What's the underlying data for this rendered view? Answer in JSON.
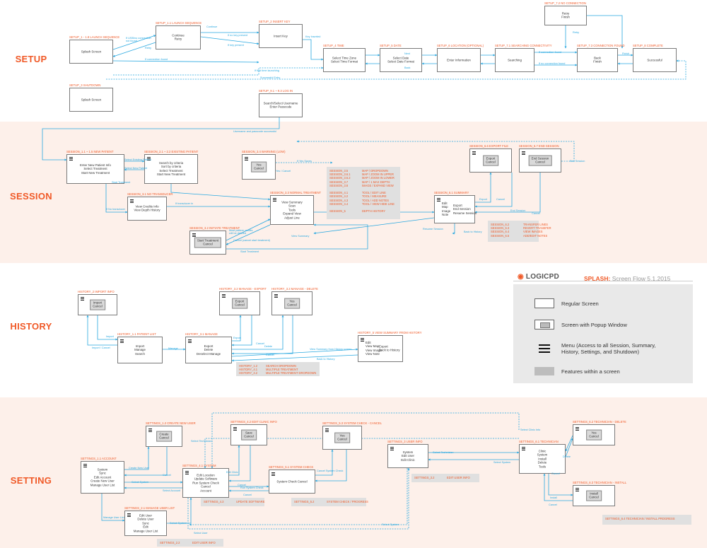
{
  "sections": [
    "SETUP",
    "SESSION",
    "HISTORY",
    "SETTING"
  ],
  "brand": {
    "name": "LOGIC",
    "suffix": "PD",
    "title": "SPLASH:",
    "subtitle": "Screen Flow 5.1.2015"
  },
  "legend": [
    {
      "icon": "regular",
      "text": "Regular Screen"
    },
    {
      "icon": "popup",
      "text": "Screen with Popup Window"
    },
    {
      "icon": "menu",
      "text": "Menu (Access to all Session, Summary,\nHistory, Settings, and Shutdown)"
    },
    {
      "icon": "feature",
      "text": "Features within a screen"
    }
  ],
  "screens": [
    {
      "id": "s1",
      "label": "SETUP_1 - 1.8 LAUNCH SEQUENCE",
      "text": "Splash Screen"
    },
    {
      "id": "s2",
      "label": "SETUP_1.1 LAUNCH SEQUENCE",
      "text": "Continue\nRetry"
    },
    {
      "id": "s3",
      "label": "SETUP_2 INSERT KEY",
      "text": "Insert Key"
    },
    {
      "id": "s4",
      "label": "SETUP_7.2 NO CONNECTION",
      "text": "Retry\nFinish"
    },
    {
      "id": "s5",
      "label": "SETUP_4 TIME",
      "text": "Select Time Zone\nSelect Time Format"
    },
    {
      "id": "s6",
      "label": "SETUP_5 DATE",
      "text": "Select Date\nSelect Date Format"
    },
    {
      "id": "s7",
      "label": "SETUP_6 LOCATION (OPTIONAL)",
      "text": "Enter Information"
    },
    {
      "id": "s8",
      "label": "SETUP_7.1 SEARCHING CONNECTIVITY",
      "text": "Searching"
    },
    {
      "id": "s9",
      "label": "SETUP_7.3 CONNECTION FOUND",
      "text": "Back\nFinish"
    },
    {
      "id": "s10",
      "label": "SETUP_8 COMPLETE",
      "text": "Successful"
    },
    {
      "id": "s11",
      "label": "SETUP_3 SHUTDOWN",
      "text": "Splash Screen"
    },
    {
      "id": "s12",
      "label": "SETUP_9.1 ~ 9.3 LOG IN",
      "text": "Search/Select Username\nEnter Passcode"
    },
    {
      "id": "e1",
      "label": "SESSION_1.1 ~ 1.5 NEW PATIENT",
      "text": "Enter New Patient Info\nSelect Treatment\nStart New Treatment",
      "menu": true
    },
    {
      "id": "e2",
      "label": "SESSION_2.1 ~ 2.2 EXISTING PATIENT",
      "text": "Search by criteria\nSort by criteria\nSelect Treatment\nStart New Treatment",
      "menu": true
    },
    {
      "id": "e3",
      "label": "SESSION_3.1 NO TRANSDUCER",
      "text": "View Credits Info\nView Depth History",
      "menu": true
    },
    {
      "id": "e4",
      "label": "SESSION_3.2 INITIATE TREATMENT",
      "popup": "Start Treatment\nCancel",
      "menu": true
    },
    {
      "id": "e5",
      "label": "SESSION_3.3 NORMAL TREATMENT",
      "text": "View Summary\nScan\nTools\nExpand View\nAdjust Line",
      "menu": true
    },
    {
      "id": "e6",
      "label": "SESSION_3.4 WARNING (LOW)",
      "popup": "Yes\nCancel",
      "menu": true
    },
    {
      "id": "e7",
      "label": "SESSION_6.1 SUMMARY",
      "text": "Edit\nMap\nImage\nNote",
      "text2": "Export\nEnd Session\nResume Session",
      "menu": true
    },
    {
      "id": "e8",
      "label": "SESSION_6.6 EXPORT FILE",
      "popup": "Export\nCancel",
      "menu": true
    },
    {
      "id": "e9",
      "label": "SESSION_6.7 END SESSION",
      "popup": "End Session\nCancel",
      "menu": true
    },
    {
      "id": "h1",
      "label": "HISTORY_2 IMPORT INFO",
      "popup": "Import\nCancel",
      "menu": true
    },
    {
      "id": "h2",
      "label": "HISTORY_1.1 PATIENT LIST",
      "text": "Import\nManage\nSearch",
      "menu": true
    },
    {
      "id": "h3",
      "label": "HISTORY_3.1 MANAGE",
      "text": "Export\nDelete\nDeselect Manage",
      "menu": true
    },
    {
      "id": "h4",
      "label": "HISTORY_3.2 MANAGE - EXPORT",
      "popup": "Export\nCancel",
      "menu": true
    },
    {
      "id": "h5",
      "label": "HISTORY_3.3 MANAGE - DELETE",
      "popup": "Yes\nCancel",
      "menu": true
    },
    {
      "id": "h6",
      "label": "HISTORY_5 VIEW SUMMARY FROM HISTORY",
      "text": "Edit\nView Map\nView Image\nView Note",
      "text2": "Export\nBack to History",
      "menu": true
    },
    {
      "id": "t1",
      "label": "SETTINGS_1.1 ACCOUNT",
      "text": "System\nSync\nEdit Account\nCreate New User\nManage User List",
      "menu": true
    },
    {
      "id": "t2",
      "label": "SETTINGS_1.2 CREATE NEW USER",
      "popup": "Create\nCancel",
      "menu": true
    },
    {
      "id": "t3",
      "label": "SETTINGS_2.1 MANAGE USER LIST",
      "text": "Edit User\nDelete User\nSync\nEdit\nManage User List",
      "menu": true
    },
    {
      "id": "t4",
      "label": "SETTINGS_4.1 SYSTEM",
      "text": "Edit Location\nUpdate Software\nRun System Check\nCancel\nAccount",
      "menu": true
    },
    {
      "id": "t5",
      "label": "SETTINGS_4.2 EDIT CLINIC INFO",
      "popup": "Save\nCancel",
      "menu": true
    },
    {
      "id": "t6",
      "label": "SETTINGS_5.1 SYSTEM CHECK",
      "text": "System Check Cancel",
      "menu": true
    },
    {
      "id": "t7",
      "label": "SETTINGS_5.3 SYSTEM CHECK - CANCEL",
      "popup": "Yes\nCancel",
      "menu": true
    },
    {
      "id": "t8",
      "label": "SETTINGS_3 USER INFO",
      "text": "System\nEdit User\nEdit Clinic",
      "menu": true
    },
    {
      "id": "t9",
      "label": "SETTINGS_6.1 TECHNICIAN",
      "text": "Clinic\nSystem\nInstall\nDelete\nTools",
      "menu": true
    },
    {
      "id": "t10",
      "label": "SETTINGS_6.2 TECHNICIAN - DELETE",
      "popup": "Yes\nCancel",
      "menu": true
    },
    {
      "id": "t11",
      "label": "SETTINGS_6.3 TECHNICIAN - INSTALL",
      "popup": "Install\nCancel",
      "menu": true
    }
  ],
  "features": [
    {
      "id": "f1",
      "c1": "SESSION_3.5\nSESSION_3.6.1\nSESSION_3.6.2\nSESSION_3.7\nSESSION_3.8\n\nSESSION_4.1\nSESSION_4.2\nSESSION_4.3\nSESSION_4.4\n\nSESSION_5",
      "c2": "MAP / DROPDOWN\nMAP / ZOOM IN UPPER\nMAP / ZOOM IN LOWER\nMAP / 1 MAX DEPTH\nIMAGE / EXPAND VIEW\n\nTOOL / EDIT LINE\nTOOL / MEASURE\nTOOL / ADD NOTES\nTOOL / VIEW HIDE LINE\n\nDEPTH HISTORY"
    },
    {
      "id": "f2",
      "c1": "SESSION_6.2\nSESSION_6.3\nSESSION_6.4\nSESSION_6.5",
      "c2": "TRANSFER LINES\nREVERT TRANSFER\nVIEW IMAGES\nADD/EDIT NOTES"
    },
    {
      "id": "f3",
      "c1": "HISTORY_1.2\nHISTORY_4.1\nHISTORY_4.2",
      "c2": "SEARCH DROPDOWN\nMULTIPLE TREATMENT\nMULTIPLE TREATMENT DROPDOWN"
    },
    {
      "id": "f4",
      "c1": "SETTINGS_4.3",
      "c2": "UPDATE SOFTWARE"
    },
    {
      "id": "f5",
      "c1": "SETTINGS_5.2",
      "c2": "SYSTEM CHECK / PROGRESS"
    },
    {
      "id": "f6",
      "c1": "SETTINGS_3.2",
      "c2": "EDIT USER INFO"
    },
    {
      "id": "f7",
      "c1": "SETTINGS_2.2",
      "c2": "EDIT USER INFO"
    },
    {
      "id": "f8",
      "c1": "SETTINGS_6.4 TECHNICIAN / INSTALL PROGRESS",
      "c2": ""
    }
  ],
  "arrow_labels": [
    "If USB/no connection\nnot found",
    "Continue",
    "Retry",
    "If connection found",
    "If no key present",
    "If key present",
    "Key Inserted",
    "Next",
    "Back",
    "If first time launching",
    "Successful Entry",
    "Finish",
    "Retry",
    "If connection found",
    "If no connection found",
    "Username and passcode successful",
    "Select Existing Patient",
    "Select New Patient",
    "Start Treatment",
    "If No transducer",
    "If transducer in",
    "If Yes Saves",
    "Yes / Cancel",
    "View Summary",
    "Most pattern credits\nwill be deleted",
    "Cancel (cancel start treatment)",
    "Start Treatment",
    "Resume Session",
    "Back to History",
    "Export",
    "Cancel",
    "End Session",
    "End Session",
    "Cancel",
    "Import",
    "Import / Cancel",
    "Manage",
    "Export",
    "Cancel",
    "Delete",
    "Cancel",
    "View Summary from History screen",
    "Back to History",
    "Create New User",
    "Cancel",
    "Select System",
    "Select Account",
    "Edit Clinic",
    "Cancel",
    "Run System Check",
    "Cancel",
    "Cancel System Check",
    "Select Technician",
    "Select Clinic Info",
    "Select Technician",
    "Select System",
    "Delete",
    "Cancel",
    "Install",
    "Cancel",
    "Manage User List",
    "Select System",
    "Select User",
    "Select System"
  ]
}
